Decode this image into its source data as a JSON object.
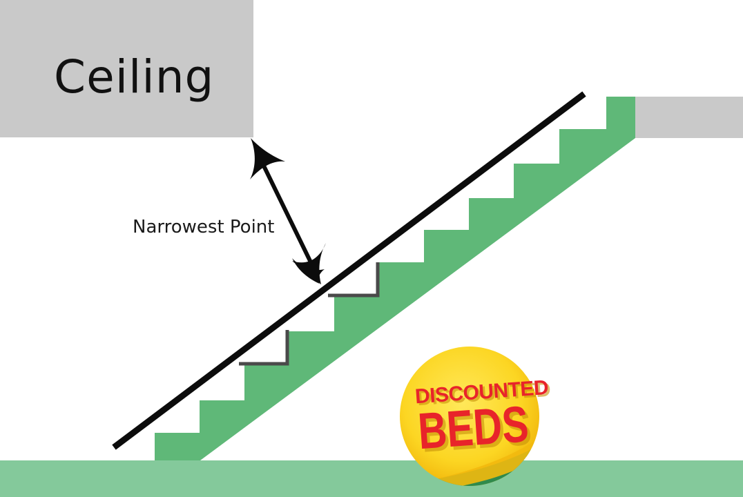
{
  "labels": {
    "ceiling": "Ceiling",
    "narrowest_point": "Narrowest Point"
  },
  "badge": {
    "line1": "DISCOUNTED",
    "line2": "BEDS"
  },
  "colors": {
    "ceiling": "#c9c9c9",
    "stairs": "#5fb878",
    "floor": "#84c99b",
    "line": "#0c0c0c",
    "step_edge": "#4a4a4a",
    "badge_yellow": "#fcd623",
    "badge_red": "#e8242a"
  },
  "icons": {
    "arrow": "double-headed-arrow-icon",
    "badge": "discounted-beds-logo"
  }
}
